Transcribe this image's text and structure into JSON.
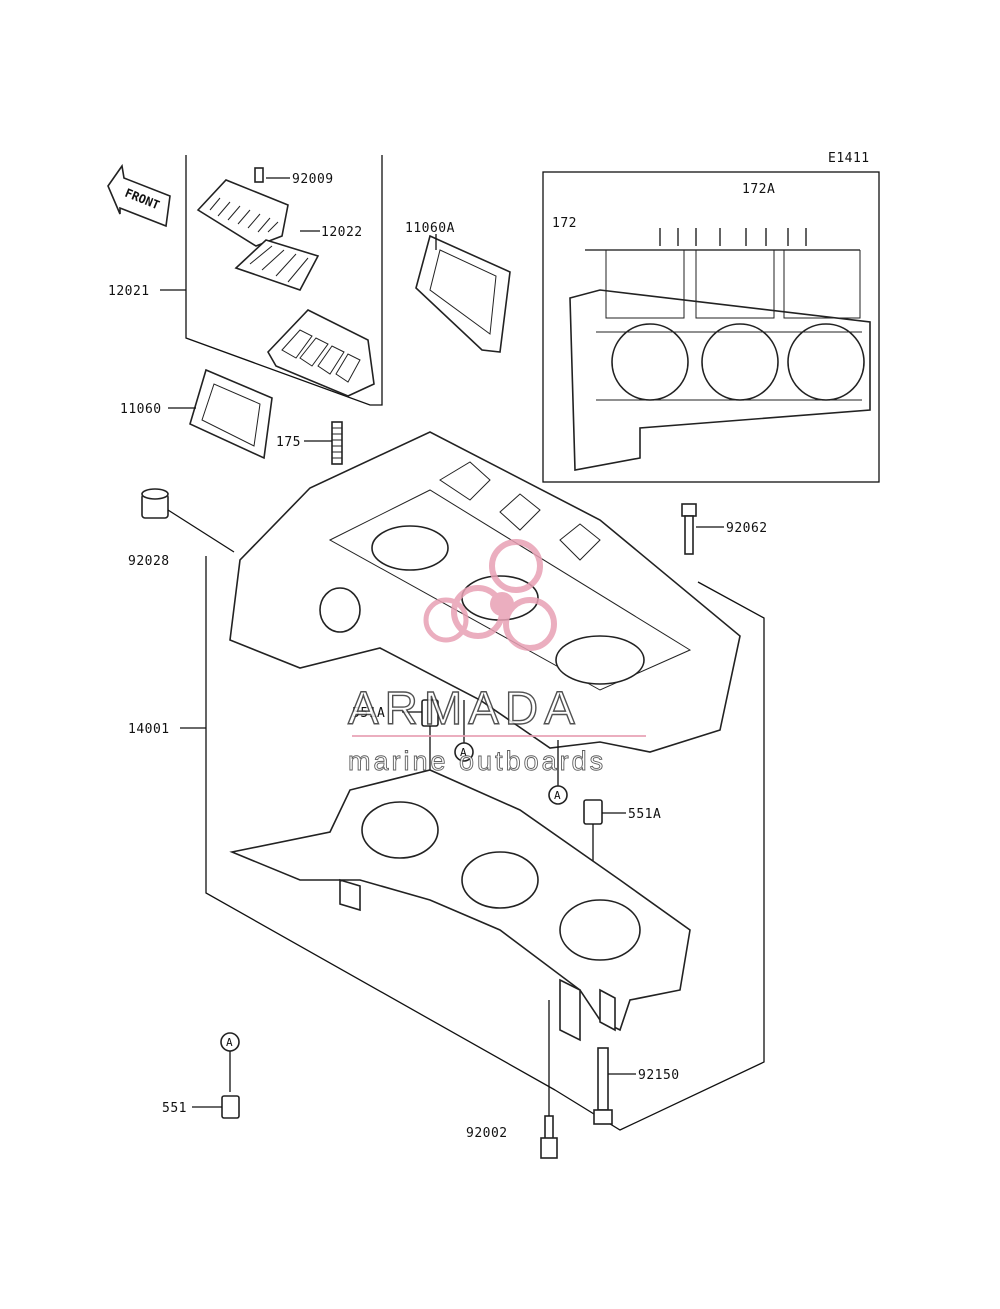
{
  "diagram": {
    "code": "E1411",
    "front_label": "FRONT",
    "inset_title": "172A",
    "reference_marker": "A",
    "parts": {
      "p92009": "92009",
      "p12022": "12022",
      "p12021": "12021",
      "p11060A": "11060A",
      "p11060": "11060",
      "p175": "175",
      "p172": "172",
      "p92028": "92028",
      "p92062": "92062",
      "p14001": "14001",
      "p551A_upper": "551A",
      "p551A_lower": "551A",
      "p92150": "92150",
      "p551": "551",
      "p92002": "92002"
    }
  },
  "watermark": {
    "brand": "ARMADA",
    "tagline": "marine outboards",
    "accent_color": "#e8a0b4"
  }
}
